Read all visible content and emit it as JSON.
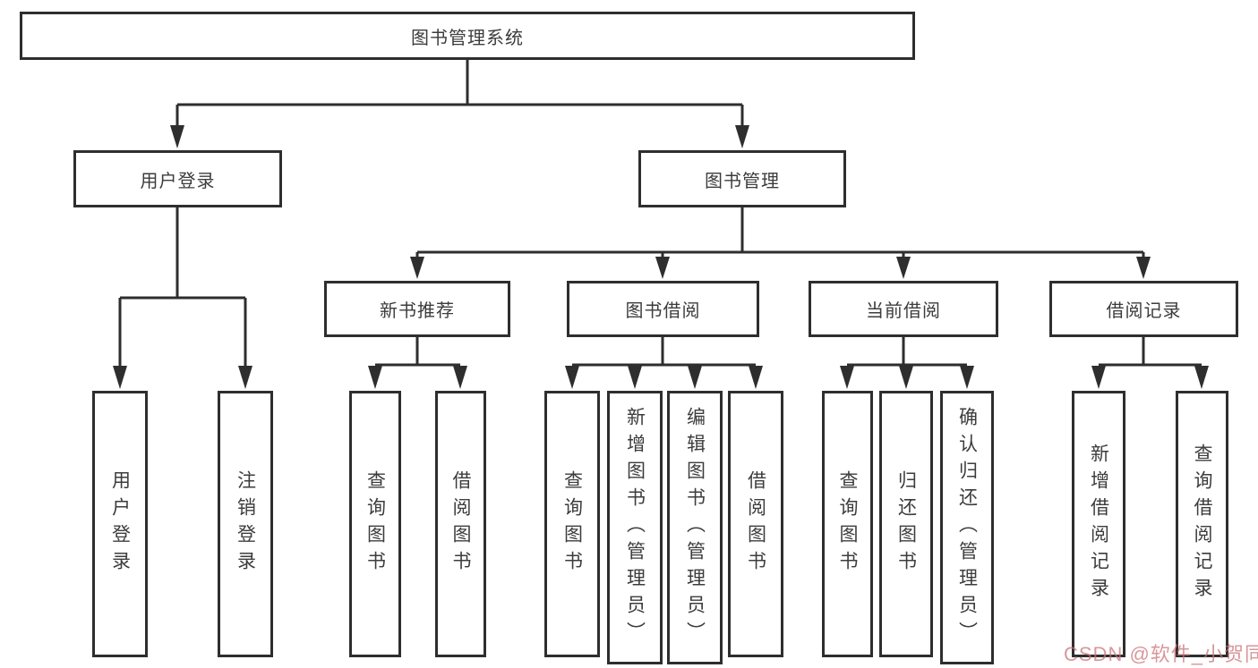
{
  "diagram": {
    "root_label": "图书管理系统",
    "level2": {
      "user_login": "用户登录",
      "book_mgmt": "图书管理"
    },
    "level3": {
      "new_books": "新书推荐",
      "book_borrow": "图书借阅",
      "current_borrow": "当前借阅",
      "borrow_records": "借阅记录"
    },
    "leaves": {
      "user_login": [
        "用户登录",
        "注销登录"
      ],
      "new_books": [
        "查询图书",
        "借阅图书"
      ],
      "book_borrow": [
        "查询图书",
        "新增图书（管理员）",
        "编辑图书（管理员）",
        "借阅图书"
      ],
      "current_borrow": [
        "查询图书",
        "归还图书",
        "确认归还（管理员）"
      ],
      "borrow_records": [
        "新增借阅记录",
        "查询借阅记录"
      ]
    }
  },
  "watermark": {
    "text": "CSDN @软件_小贺同学",
    "color": "#cb747a"
  },
  "colors": {
    "border": "#2e2e2e",
    "line": "#2e2e2e",
    "text": "#3c3c3c",
    "background": "#ffffff"
  }
}
